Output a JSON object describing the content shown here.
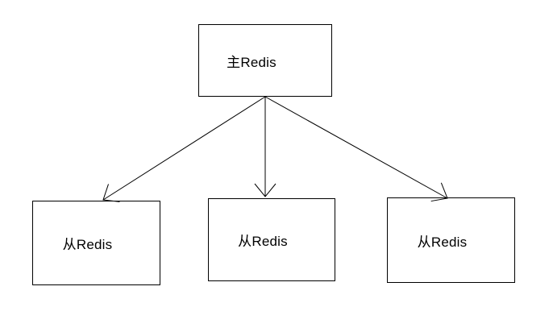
{
  "diagram": {
    "background_color": "#ffffff",
    "node_border_color": "#000000",
    "arrow_color": "#000000",
    "nodes": [
      {
        "id": "master",
        "label": "主Redis"
      },
      {
        "id": "slave-1",
        "label": "从Redis"
      },
      {
        "id": "slave-2",
        "label": "从Redis"
      },
      {
        "id": "slave-3",
        "label": "从Redis"
      }
    ],
    "edges": [
      {
        "from": "master",
        "to": "slave-1",
        "arrowhead": "open-v"
      },
      {
        "from": "master",
        "to": "slave-2",
        "arrowhead": "open-v"
      },
      {
        "from": "master",
        "to": "slave-3",
        "arrowhead": "open-v"
      }
    ]
  }
}
